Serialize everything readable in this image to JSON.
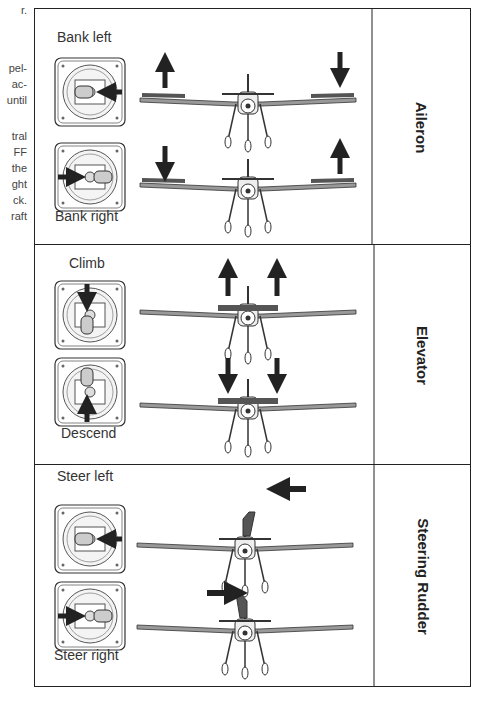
{
  "diagram": {
    "nodes": [
      {
        "text": [
          "Aileron"
        ]
      },
      {
        "text": [
          "Elevator"
        ]
      },
      {
        "text": [
          "Steering Rudder"
        ]
      }
    ],
    "labels": [
      "Bank left",
      "Bank right",
      "Climb",
      "Descend",
      "Steer left",
      "Steer right",
      "r.",
      "pel-",
      "ac-",
      "until",
      "tral",
      "FF",
      "the",
      "ght",
      "ck.",
      "raft"
    ]
  }
}
